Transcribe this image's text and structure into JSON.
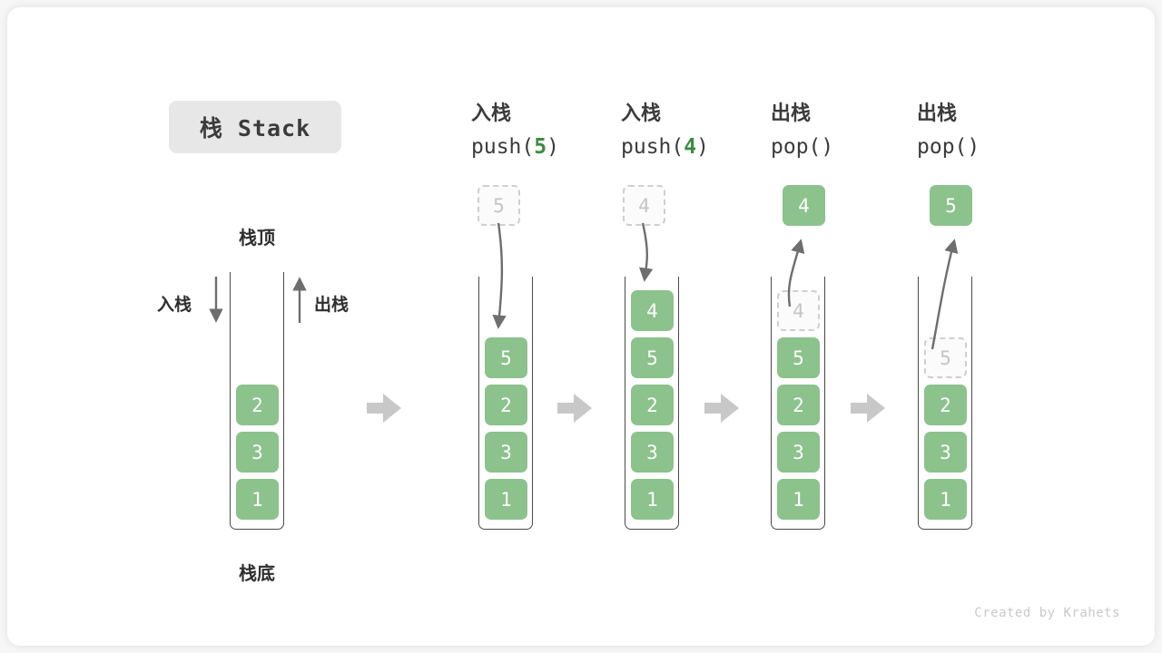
{
  "title": {
    "text": "栈 Stack"
  },
  "legend": {
    "top_label": "栈顶",
    "bottom_label": "栈底",
    "push_label": "入栈",
    "pop_label": "出栈"
  },
  "credit": "Created by Krahets",
  "colors": {
    "element_fill": "#8cc28c",
    "element_text": "#ffffff",
    "ghost_fill": "#fbfbfb",
    "ghost_border": "#cfcfcf",
    "ghost_text": "#c4c4c4",
    "tube_stroke": "#4a4a4a",
    "block_arrow": "#c8c8c8",
    "thin_arrow": "#6e6e6e",
    "title_chip_bg": "#e7e7e7",
    "accent_green_text": "#3d8b40",
    "canvas_bg": "#ffffff",
    "page_bg": "#f7f7f7"
  },
  "columns": [
    {
      "id": "initial",
      "header_cn": "",
      "header_code": "",
      "code_arg": "",
      "floating": null,
      "stack": [
        "2",
        "3",
        "1"
      ]
    },
    {
      "id": "push-5",
      "header_cn": "入栈",
      "header_code_prefix": "push(",
      "code_arg": "5",
      "header_code_suffix": ")",
      "floating": {
        "value": "5",
        "style": "ghost",
        "direction": "in"
      },
      "stack": [
        "5",
        "2",
        "3",
        "1"
      ]
    },
    {
      "id": "push-4",
      "header_cn": "入栈",
      "header_code_prefix": "push(",
      "code_arg": "4",
      "header_code_suffix": ")",
      "floating": {
        "value": "4",
        "style": "ghost",
        "direction": "in"
      },
      "stack": [
        "4",
        "5",
        "2",
        "3",
        "1"
      ]
    },
    {
      "id": "pop-1",
      "header_cn": "出栈",
      "header_code_prefix": "pop(",
      "code_arg": "",
      "header_code_suffix": ")",
      "floating": {
        "value": "4",
        "style": "solid",
        "direction": "out"
      },
      "ghost_in_stack": "4",
      "stack": [
        "5",
        "2",
        "3",
        "1"
      ]
    },
    {
      "id": "pop-2",
      "header_cn": "出栈",
      "header_code_prefix": "pop(",
      "code_arg": "",
      "header_code_suffix": ")",
      "floating": {
        "value": "5",
        "style": "solid",
        "direction": "out"
      },
      "ghost_in_stack": "5",
      "stack": [
        "2",
        "3",
        "1"
      ]
    }
  ]
}
